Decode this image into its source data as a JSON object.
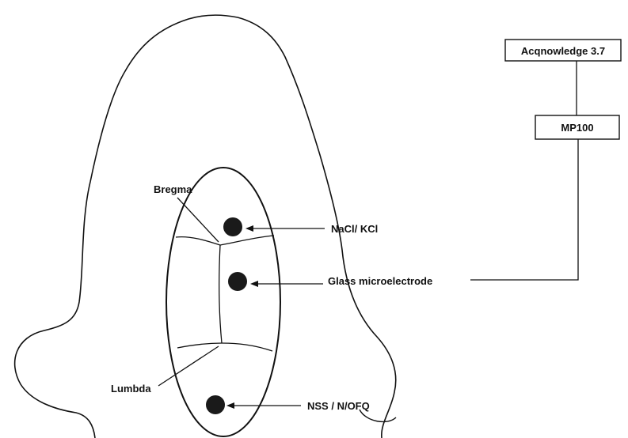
{
  "boxes": {
    "acqknowledge": "Acqnowledge 3.7",
    "mp100": "MP100"
  },
  "landmarks": {
    "bregma": "Bregma",
    "lumbda": "Lumbda"
  },
  "sites": {
    "nacl_kcl": "NaCl/ KCl",
    "glass_microelectrode": "Glass microelectrode",
    "nss_n_ofq": "NSS / N/OFQ"
  },
  "colors": {
    "line": "#111111",
    "electrode_fill": "#1a1a1a",
    "background": "#ffffff"
  }
}
